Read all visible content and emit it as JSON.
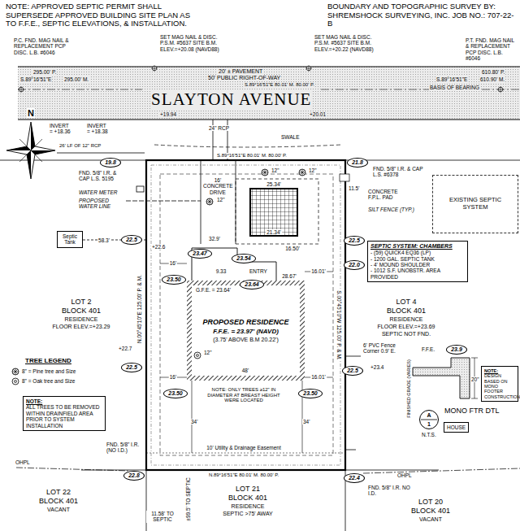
{
  "diagram": {
    "nodes": [
      {
        "text": [
          "20' ± PAVEMENT",
          "50' PUBLIC RIGHT-OF-WAY",
          "SLAYTON AVENUE"
        ]
      },
      {
        "text": [
          "19.8"
        ]
      },
      {
        "text": [
          "21.8"
        ]
      },
      {
        "text": [
          "EXISTING SEPTIC SYSTEM"
        ]
      },
      {
        "text": [
          "Septic Tank"
        ]
      },
      {
        "text": [
          "22.5"
        ]
      },
      {
        "text": [
          "22.5"
        ]
      },
      {
        "text": [
          "SEPTIC SYSTEM: CHAMBERS",
          "- (59) QUICK4 EQ36 (LP)",
          "- 1200 GAL. SEPTIC TANK",
          "- 4' MOUND SHOULDER",
          "- 1012 S.F. UNOBSTR. AREA PROVIDED"
        ]
      },
      {
        "text": [
          "23.47"
        ]
      },
      {
        "text": [
          "23.54"
        ]
      },
      {
        "text": [
          "22.0"
        ]
      },
      {
        "text": [
          "23.50"
        ]
      },
      {
        "text": [
          "23.64"
        ]
      },
      {
        "text": [
          "PROPOSED RESIDENCE",
          "F.F.E. = 23.97' (NAVD)",
          "(3.75' ABOVE B.M 20.22')"
        ]
      },
      {
        "text": [
          "23.9"
        ]
      },
      {
        "text": [
          "22.5"
        ]
      },
      {
        "text": [
          "22.5"
        ]
      },
      {
        "text": [
          "NOTE:",
          "DESIGN BASED ON MONO FOOTER CONSTRUCTION"
        ]
      },
      {
        "text": [
          "23.50"
        ]
      },
      {
        "text": [
          "23.50"
        ]
      },
      {
        "text": [
          "NOTE:",
          "ALL TREES TO BE REMOVED WITHIN DRAINFIELD AREA PRIOR TO SYSTEM INSTALLATION"
        ]
      },
      {
        "text": [
          "A",
          "1"
        ]
      },
      {
        "text": [
          "HOUSE"
        ]
      },
      {
        "text": [
          "22.8"
        ]
      },
      {
        "text": [
          "22.4"
        ]
      }
    ],
    "labels": [
      "NOTE: APPROVED SEPTIC PERMIT SHALL SUPERSEDE APPROVED BUILDING SITE PLAN AS TO F.F.E., SEPTIC ELEVATIONS, & INSTALLATION.",
      "BOUNDARY AND TOPOGRAPHIC SURVEY BY: SHREMSHOCK SURVEYING, INC. JOB NO.: 707-22-B",
      "P.C. FND. MAG NAIL & REPLACEMENT PCP DISC. L.B. #6046",
      "SET MAG NAIL & DISC. P.S.M. #5637 SITE B.M. ELEV.=+20.08 (NAVD88)",
      "SET MAG NAIL & DISC. P.S.M. #5637 SITE B.M. ELEV.=+20.22 (NAVD88)",
      "P.T. FND. MAG NAIL & REPLACEMENT PCP DISC. L.B. #6046",
      "295.00' P.",
      "S.89°16'51\"E",
      "295.00' M.",
      "610.80' P.",
      "S.89°16'51\"E",
      "610.90' M.",
      "BASIS OF BEARING",
      "S.89°16'51\"E 80.01' M. 80.00' P.",
      "+19.94",
      "+20.01",
      "INVERT = +18.36",
      "INVERT = +18.38",
      "26' LF OF 12\" RCP",
      "24\" RCP",
      "SWALE",
      "S.89°16'51\"E 80.01' M. 80.00' P.",
      "FND. 5/8\" I.R. & CAP L.S. 5195",
      "WATER METER",
      "PROPOSED WATER LINE",
      "FND. 5/8\" I.R. & CAP L.S. #6378",
      "11.5'",
      "CONCRETE F.P.L. PAD",
      "SILT FENCE (TYP.)",
      "16' CONCRETE DRIVE",
      "12\"",
      "12\"",
      "12\"",
      "25.34'",
      "21.34'",
      "16.50'",
      "32.9'",
      "58.3'",
      "+22.6",
      "16'",
      "9.33",
      "ENTRY",
      "28.67'",
      "16.01'",
      "G.F.E. = 23.64'",
      "N.00°45'10\"E 125.00' P. & M.",
      "S.00°45'10\"W 125.00' P. & M.",
      "12\"",
      "6' PVC Fence Corner 0.9' E.",
      "16'",
      "16.01'",
      "48'",
      "NOTE: ONLY TREES ≥12\" IN DIAMETER AT BREAST HEIGHT WERE LOCATED",
      "34'",
      "34'",
      "10' Utility & Drainage Easement",
      "FND. 5/8\" I.R. (NO I.D.)",
      "OHPL",
      "N.89°16'51\"E 80.01' M. 80.00' P.",
      "OHPL",
      "FND. 5/8\" I.R. NO I.D.",
      "±99.5' TO SEPTIC",
      "11.58' TO SEPTIC",
      "LOT 22",
      "BLOCK 401",
      "VACANT",
      "LOT 21",
      "BLOCK 401",
      "RESIDENCE",
      "SEPTIC >75' AWAY",
      "LOT 20",
      "BLOCK 401",
      "VACANT",
      "LOT 2",
      "BLOCK 401",
      "RESIDENCE",
      "FLOOR ELEV.=+23.29",
      "LOT 4",
      "BLOCK 401",
      "RESIDENCE",
      "FLOOR ELEV.=+23.69",
      "SEPTIC NOT FND.",
      "TREE LEGEND",
      "F.F.E.",
      "20\"",
      "FINISHED GRADE (VARIES)",
      "MONO FTR DTL",
      "N.T.S.",
      "N",
      "+22.7",
      "+23.4"
    ],
    "legend": [
      {
        "text": "8\" = Pine tree and Size"
      },
      {
        "text": "8\" = Oak tree and Size"
      }
    ]
  }
}
